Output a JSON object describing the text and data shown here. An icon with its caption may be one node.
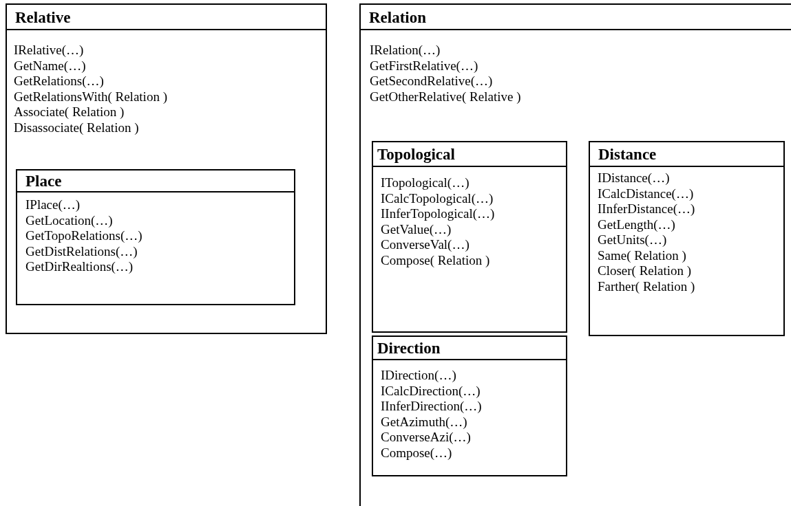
{
  "diagram": {
    "nodes": [
      {
        "text": [
          "Relative",
          "IRelative(…)",
          "GetName(…)",
          "GetRelations(…)",
          "GetRelationsWith( Relation )",
          "Associate( Relation )",
          "Disassociate( Relation )"
        ]
      },
      {
        "text": [
          "Place",
          "IPlace(…)",
          "GetLocation(…)",
          "GetTopoRelations(…)",
          "GetDistRelations(…)",
          "GetDirRealtions(…)"
        ],
        "in": 0
      },
      {
        "text": [
          "Relation",
          "IRelation(…)",
          "GetFirstRelative(…)",
          "GetSecondRelative(…)",
          "GetOtherRelative( Relative )"
        ]
      },
      {
        "text": [
          "Topological",
          "ITopological(…)",
          "ICalcTopological(…)",
          "IInferTopological(…)",
          "GetValue(…)",
          "ConverseVal(…)",
          "Compose( Relation )"
        ],
        "in": 2
      },
      {
        "text": [
          "Distance",
          "IDistance(…)",
          "ICalcDistance(…)",
          "IInferDistance(…)",
          "GetLength(…)",
          "GetUnits(…)",
          "Same( Relation )",
          "Closer( Relation )",
          "Farther( Relation )"
        ],
        "in": 2
      },
      {
        "text": [
          "Direction",
          "IDirection(…)",
          "ICalcDirection(…)",
          "IInferDirection(…)",
          "GetAzimuth(…)",
          "ConverseAzi(…)",
          "Compose(…)"
        ],
        "in": 2
      }
    ]
  }
}
